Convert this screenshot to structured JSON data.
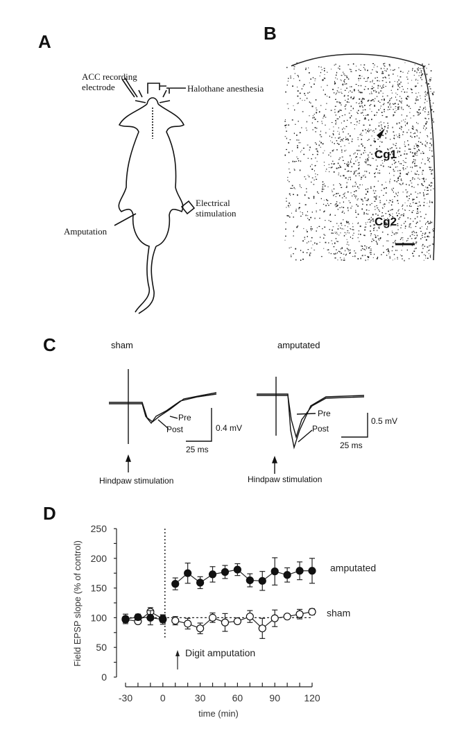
{
  "panels": {
    "a": {
      "letter": "A",
      "labels": {
        "electrode_line1": "ACC recording",
        "electrode_line2": "electrode",
        "anesthesia": "Halothane anesthesia",
        "stim_line1": "Electrical",
        "stim_line2": "stimulation",
        "amputation": "Amputation"
      }
    },
    "b": {
      "letter": "B",
      "labels": {
        "cg1": "Cg1",
        "cg2": "Cg2"
      }
    },
    "c": {
      "letter": "C",
      "sham": {
        "title": "sham",
        "pre": "Pre",
        "post": "Post",
        "scale_v": "0.4 mV",
        "scale_t": "25 ms",
        "stim": "Hindpaw stimulation"
      },
      "amputated": {
        "title": "amputated",
        "pre": "Pre",
        "post": "Post",
        "scale_v": "0.5 mV",
        "scale_t": "25 ms",
        "stim": "Hindpaw stimulation"
      }
    },
    "d": {
      "letter": "D",
      "annotation": "Digit amputation"
    }
  },
  "chart_data": {
    "type": "line",
    "title": "",
    "xlabel": "time (min)",
    "ylabel": "Field EPSP slope (% of control)",
    "xlim": [
      -30,
      120
    ],
    "ylim": [
      0,
      250
    ],
    "xticks": [
      -30,
      0,
      30,
      60,
      90,
      120
    ],
    "yticks": [
      0,
      50,
      100,
      150,
      200,
      250
    ],
    "x": [
      -30,
      -20,
      -10,
      0,
      10,
      20,
      30,
      40,
      50,
      60,
      70,
      80,
      90,
      100,
      110,
      120
    ],
    "reference_line": 100,
    "event_x": 0,
    "series": [
      {
        "name": "amputated",
        "marker": "filled-circle",
        "values": [
          98,
          101,
          100,
          97,
          157,
          175,
          159,
          173,
          177,
          181,
          163,
          162,
          178,
          172,
          179,
          179
        ],
        "errors": [
          8,
          5,
          12,
          8,
          10,
          17,
          10,
          13,
          11,
          10,
          11,
          16,
          23,
          12,
          15,
          21
        ]
      },
      {
        "name": "sham",
        "marker": "open-circle",
        "values": [
          97,
          94,
          110,
          98,
          95,
          90,
          82,
          100,
          92,
          94,
          102,
          82,
          99,
          102,
          106,
          110
        ],
        "errors": [
          5,
          4,
          7,
          6,
          7,
          9,
          9,
          8,
          15,
          4,
          10,
          17,
          14,
          3,
          8,
          5
        ]
      }
    ]
  }
}
